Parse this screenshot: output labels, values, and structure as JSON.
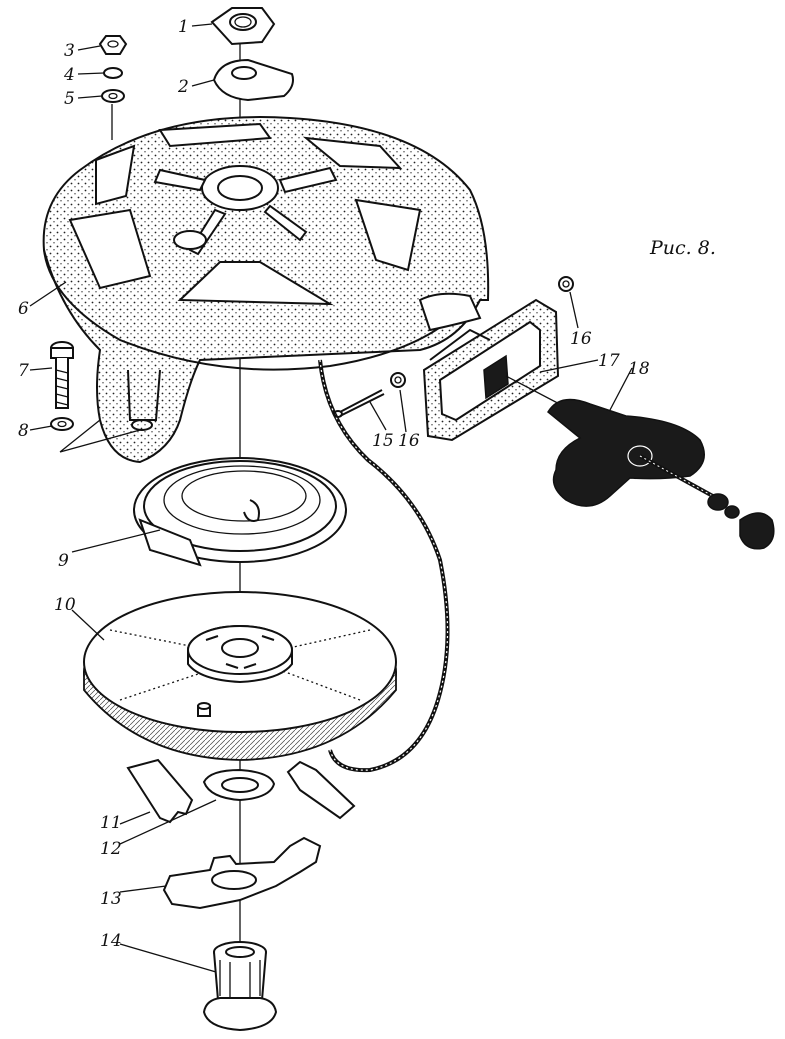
{
  "figure_caption": "Рис. 8.",
  "part_numbers": [
    "1",
    "2",
    "3",
    "4",
    "5",
    "6",
    "7",
    "8",
    "9",
    "10",
    "11",
    "12",
    "13",
    "14",
    "15",
    "16",
    "16",
    "17",
    "18"
  ]
}
